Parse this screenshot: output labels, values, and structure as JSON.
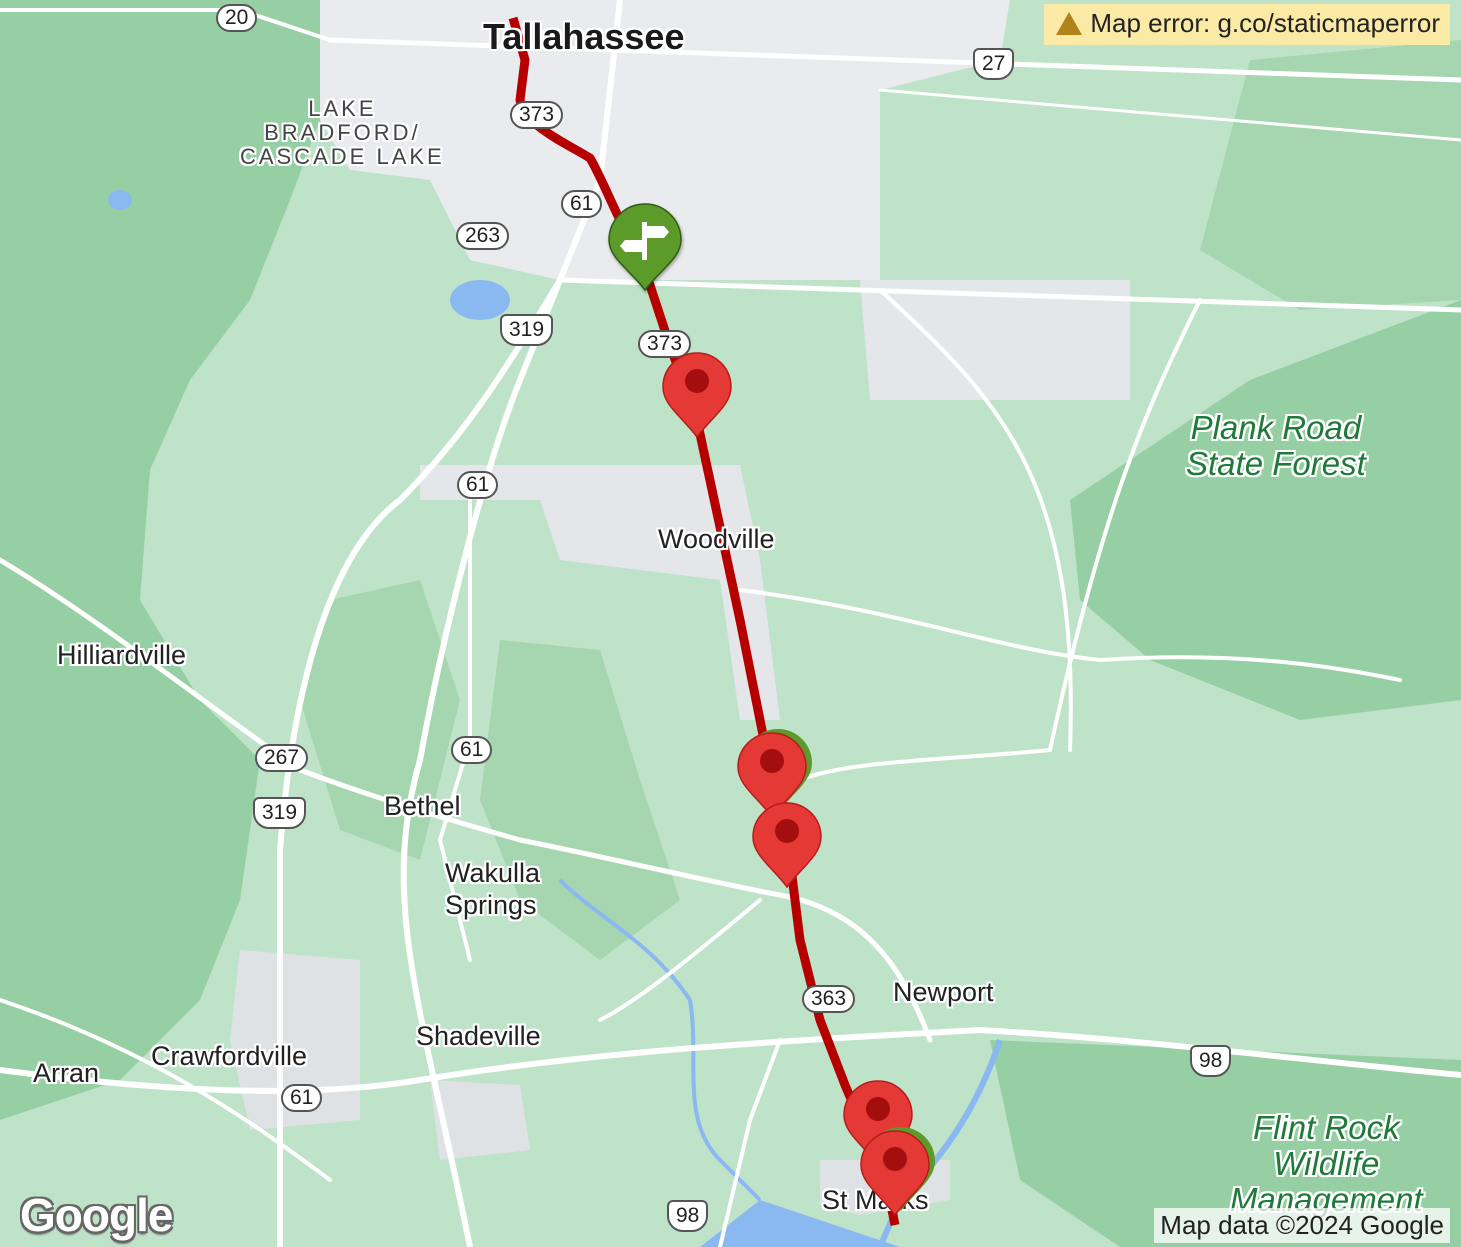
{
  "map": {
    "error_text": "Map error: g.co/staticmaperror",
    "attribution": "Map data ©2024 Google",
    "logo": "Google",
    "route_color": "#b60000",
    "marker_color": "#e53935",
    "start_marker_color": "#5c9a2a",
    "start_marker_icon": "signpost-icon",
    "places": {
      "tallahassee": "Tallahassee",
      "lake_bradford": "LAKE\nBRADFORD/\nCASCADE LAKE",
      "plank_road": "Plank Road\nState Forest",
      "woodville": "Woodville",
      "hilliardville": "Hilliardville",
      "bethel": "Bethel",
      "wakulla_springs": "Wakulla\nSprings",
      "newport": "Newport",
      "shadeville": "Shadeville",
      "crawfordville": "Crawfordville",
      "arran": "Arran",
      "st_marks": "St Marks",
      "flint_rock": "Flint Rock\nWildlife\nManagement"
    },
    "shields": {
      "r20": "20",
      "r373a": "373",
      "us27": "27",
      "r61a": "61",
      "r263": "263",
      "us319a": "319",
      "r373b": "373",
      "r61b": "61",
      "r61c": "61",
      "r267": "267",
      "us319b": "319",
      "r363": "363",
      "us98a": "98",
      "r61d": "61",
      "us98b": "98"
    }
  }
}
